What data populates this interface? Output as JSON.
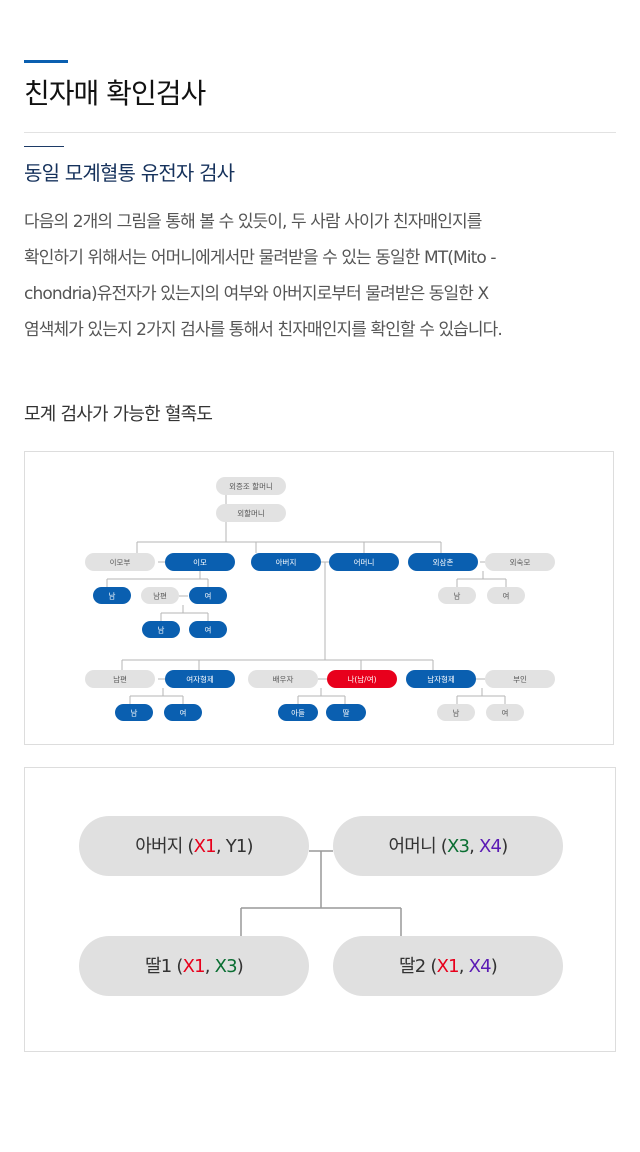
{
  "header": {
    "title": "친자매 확인검사"
  },
  "section": {
    "title": "동일 모계혈통 유전자 검사",
    "description_lines": [
      "다음의 2개의 그림을 통해 볼 수 있듯이, 두 사람 사이가 친자매인지를",
      "확인하기 위해서는 어머니에게서만 물려받을 수 있는 동일한 MT(Mito -",
      "chondria)유전자가 있는지의 여부와 아버지로부터 물려받은 동일한 X",
      "염색체가 있는지 2가지 검사를 통해서 친자매인지를 확인할 수 있습니다."
    ]
  },
  "family_tree": {
    "title": "모계 검사가 가능한 혈족도",
    "nodes": {
      "maternal_great_grandmother": "외증조 할머니",
      "maternal_grandmother": "외할머니",
      "aunt_husband": "이모부",
      "aunt": "이모",
      "father": "아버지",
      "mother": "어머니",
      "maternal_uncle": "외삼촌",
      "uncle_wife": "외숙모",
      "aunt_son": "남",
      "aunt_daughter_husband": "남편",
      "aunt_daughter": "여",
      "aunt_grandson": "남",
      "aunt_granddaughter": "여",
      "uncle_son": "남",
      "uncle_daughter": "여",
      "sister_husband": "남편",
      "sister": "여자형제",
      "spouse": "배우자",
      "self": "나(남/여)",
      "brother": "남자형제",
      "brother_wife": "부인",
      "sister_son": "남",
      "sister_daughter": "여",
      "my_son": "아들",
      "my_daughter": "딸",
      "brother_son": "남",
      "brother_daughter": "여"
    }
  },
  "genetics": {
    "colors": {
      "x1": "#e8001c",
      "x3": "#0a6e32",
      "x4": "#5a1ab4",
      "neutral": "#333333"
    },
    "father": {
      "name": "아버지",
      "open": " (",
      "c1": "X1",
      "sep": ", ",
      "c2": "Y1",
      "close": ")"
    },
    "mother": {
      "name": "어머니",
      "open": " (",
      "c1": "X3",
      "sep": ", ",
      "c2": "X4",
      "close": ")"
    },
    "daughter1": {
      "name": "딸1",
      "open": " (",
      "c1": "X1",
      "sep": ", ",
      "c2": "X3",
      "close": ")"
    },
    "daughter2": {
      "name": "딸2",
      "open": " (",
      "c1": "X1",
      "sep": ", ",
      "c2": "X4",
      "close": ")"
    }
  }
}
